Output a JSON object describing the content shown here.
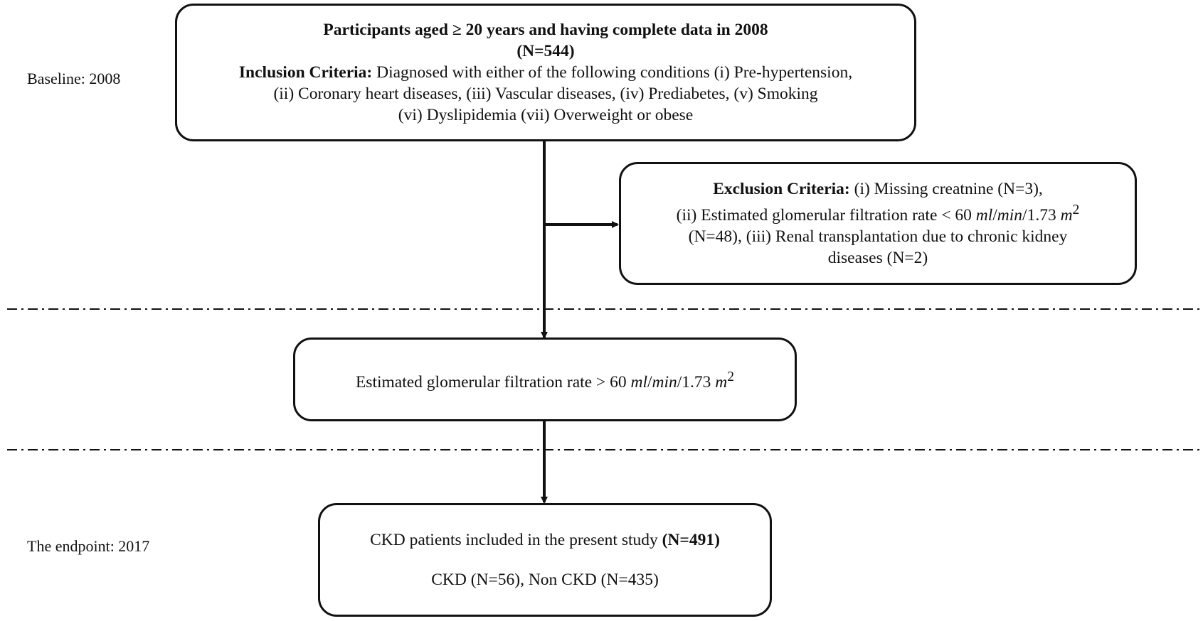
{
  "labels": {
    "baseline": "Baseline: 2008",
    "endpoint": "The endpoint: 2017"
  },
  "box1": {
    "title": "Participants aged ≥ 20 years and having complete data in 2008",
    "n": "(N=544)",
    "inclusion_label": "Inclusion Criteria:",
    "inclusion_text": " Diagnosed with either of the following conditions (i) Pre-hypertension,",
    "line2": "(ii) Coronary heart diseases, (iii) Vascular diseases, (iv) Prediabetes, (v) Smoking",
    "line3": "(vi) Dyslipidemia (vii) Overweight or obese"
  },
  "exclusion": {
    "label": "Exclusion Criteria:",
    "line1_rest": " (i) Missing creatnine (N=3),",
    "line2_pre": "(ii) Estimated glomerular filtration rate < 60 ",
    "unit_ml": "ml",
    "unit_min": "min",
    "unit_num": "1.73 ",
    "unit_m": "m",
    "unit_exp": "2",
    "line3": "(N=48), (iii) Renal transplantation due to chronic kidney",
    "line4": "diseases (N=2)"
  },
  "egfr": {
    "pre": "Estimated glomerular filtration rate > 60 ",
    "unit_ml": "ml",
    "unit_min": "min",
    "unit_num": "1.73 ",
    "unit_m": "m",
    "unit_exp": "2"
  },
  "final": {
    "line1": "CKD patients included in the present study ",
    "n": "(N=491)",
    "line2": "CKD (N=56), Non CKD (N=435)"
  }
}
